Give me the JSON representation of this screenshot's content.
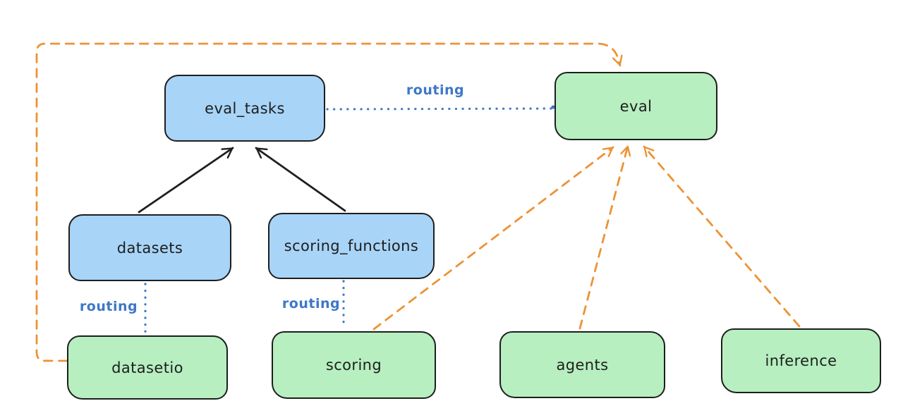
{
  "diagram": {
    "type": "architecture-diagram",
    "colors": {
      "background": "#ffffff",
      "blue_node_fill": "#a8d4f7",
      "green_node_fill": "#b7efc0",
      "node_stroke": "#1e1e1e",
      "routing_blue": "#3e78c8",
      "provider_orange": "#ec9335",
      "solid_arrow_black": "#1e1e1e"
    },
    "nodes": [
      {
        "id": "eval_tasks",
        "label": "eval_tasks",
        "kind": "blue"
      },
      {
        "id": "eval",
        "label": "eval",
        "kind": "green"
      },
      {
        "id": "datasets",
        "label": "datasets",
        "kind": "blue"
      },
      {
        "id": "scoring_functions",
        "label": "scoring_functions",
        "kind": "blue"
      },
      {
        "id": "datasetio",
        "label": "datasetio",
        "kind": "green"
      },
      {
        "id": "scoring",
        "label": "scoring",
        "kind": "green"
      },
      {
        "id": "agents",
        "label": "agents",
        "kind": "green"
      },
      {
        "id": "inference",
        "label": "inference",
        "kind": "green"
      }
    ],
    "edge_labels": [
      {
        "text": "routing",
        "connects": "eval_tasks-eval"
      },
      {
        "text": "routing",
        "connects": "datasets-datasetio"
      },
      {
        "text": "routing",
        "connects": "scoring_functions-scoring"
      }
    ],
    "edges": [
      {
        "from": "datasets",
        "to": "eval_tasks",
        "style": "solid-black-arrow"
      },
      {
        "from": "scoring_functions",
        "to": "eval_tasks",
        "style": "solid-black-arrow"
      },
      {
        "from": "eval_tasks",
        "to": "eval",
        "style": "dotted-blue",
        "label": "routing"
      },
      {
        "from": "datasets",
        "to": "datasetio",
        "style": "dotted-blue",
        "label": "routing"
      },
      {
        "from": "scoring_functions",
        "to": "scoring",
        "style": "dotted-blue",
        "label": "routing"
      },
      {
        "from": "datasetio",
        "to": "eval",
        "style": "dashed-orange-arrow",
        "route": "elbow-left-top"
      },
      {
        "from": "scoring",
        "to": "eval",
        "style": "dashed-orange-arrow"
      },
      {
        "from": "agents",
        "to": "eval",
        "style": "dashed-orange-arrow"
      },
      {
        "from": "inference",
        "to": "eval",
        "style": "dashed-orange-arrow"
      }
    ]
  }
}
